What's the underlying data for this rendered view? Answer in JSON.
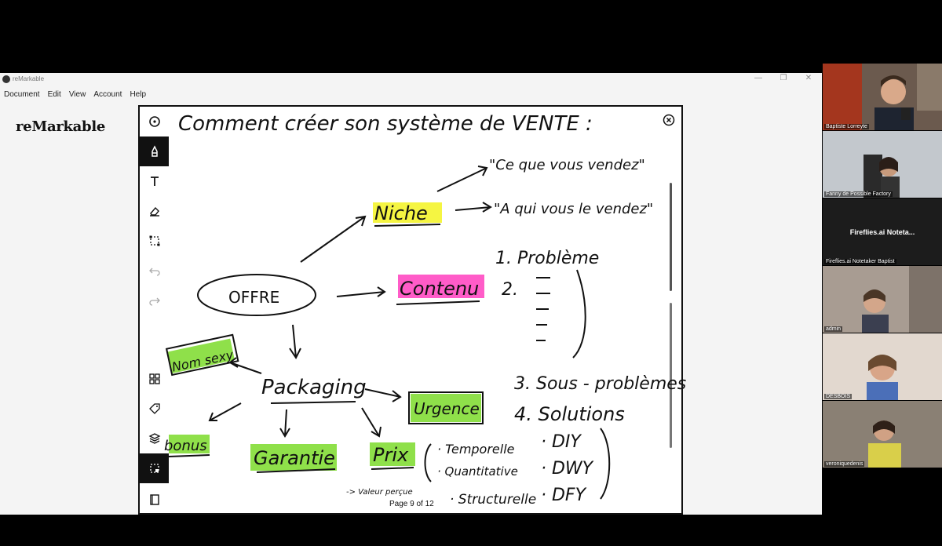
{
  "app": {
    "window_title": "reMarkable",
    "menu": [
      "Document",
      "Edit",
      "View",
      "Account",
      "Help"
    ],
    "brand": "reMarkable",
    "window_controls": [
      "—",
      "❐",
      "✕"
    ]
  },
  "document": {
    "page_indicator": "Page 9 of 12",
    "tools": [
      {
        "icon": "circle-menu-icon",
        "active": false
      },
      {
        "icon": "pen-icon",
        "active": true
      },
      {
        "icon": "text-icon",
        "active": false
      },
      {
        "icon": "eraser-icon",
        "active": false
      },
      {
        "icon": "selection-icon",
        "active": false
      },
      {
        "icon": "undo-icon",
        "active": false
      },
      {
        "icon": "redo-icon",
        "active": false
      },
      {
        "icon": "grid-icon",
        "active": false
      },
      {
        "icon": "tag-icon",
        "active": false
      },
      {
        "icon": "layers-icon",
        "active": false
      },
      {
        "icon": "move-icon",
        "active": true
      },
      {
        "icon": "notebook-icon",
        "active": false
      }
    ],
    "handwriting": {
      "title": "Comment créer son système de VENTE :",
      "offre": "OFFRE",
      "niche": "Niche",
      "ce_que": "\"Ce que vous vendez\"",
      "a_qui": "\"A qui vous le vendez\"",
      "contenu": "Contenu",
      "probleme": "1. Problème",
      "two": "2.",
      "sous_problemes": "3. Sous - problèmes",
      "solutions": "4. Solutions",
      "packaging": "Packaging",
      "nom_sexy": "Nom sexy",
      "urgence": "Urgence",
      "bonus": "bonus",
      "garantie": "Garantie",
      "prix": "Prix",
      "temporelle": "· Temporelle",
      "quantitative": "· Quantitative",
      "structurelle": "· Structurelle",
      "diy": "· DIY",
      "dwy": "· DWY",
      "dfy": "· DFY",
      "valeur": "-> Valeur perçue"
    },
    "highlight_colors": {
      "yellow": "#f5f542",
      "pink": "#ff5cc8",
      "green": "#8fe04a"
    }
  },
  "participants": [
    {
      "name": "Baptiste Lorreyte",
      "bg": "#6b5a4e"
    },
    {
      "name": "Fanny de Possible Factory",
      "bg": "#b9bec4"
    },
    {
      "name": "Fireflies.ai Notetaker Baptist",
      "title": "Fireflies.ai  Noteta...",
      "bg": "#1c1c1c"
    },
    {
      "name": "admin",
      "bg": "#9a8f86"
    },
    {
      "name": "DESBOIS",
      "bg": "#c6b3a2"
    },
    {
      "name": "veroniquedenis",
      "bg": "#7d7468"
    }
  ]
}
